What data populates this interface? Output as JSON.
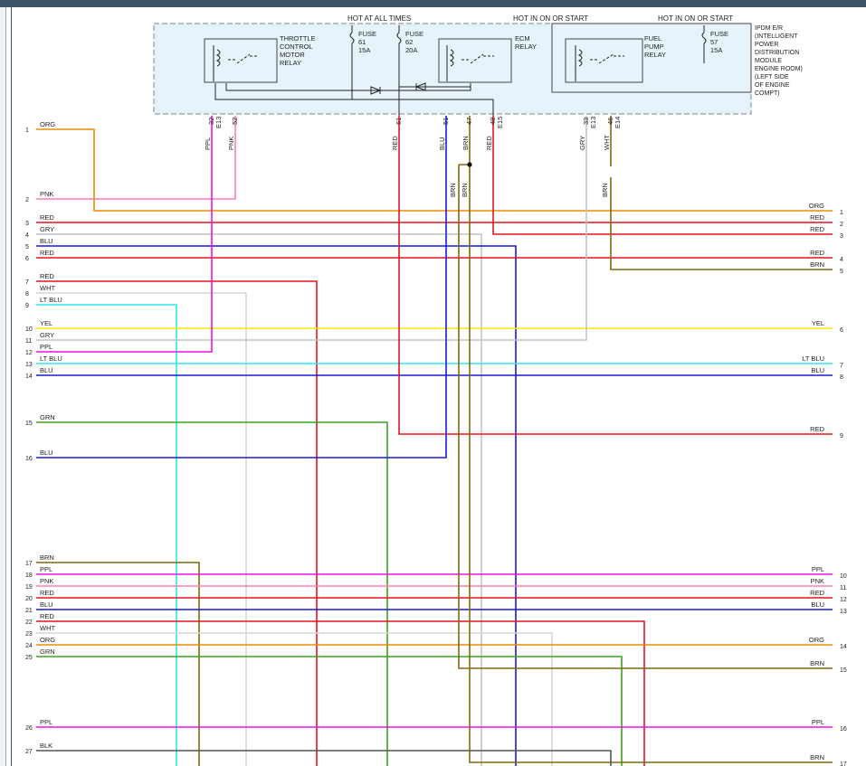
{
  "header": {
    "hot_at_all_times": "HOT AT ALL TIMES",
    "hot_in_on_or_start_1": "HOT IN ON OR START",
    "hot_in_on_or_start_2": "HOT IN ON OR START"
  },
  "ipdm": {
    "lines": [
      "IPDM E/R",
      "(INTELLIGENT",
      "POWER",
      "DISTRIBUTION",
      "MODULE",
      "ENGINE ROOM)",
      "(LEFT SIDE",
      "OF ENGINE",
      "COMPT)"
    ],
    "throttle_relay": [
      "THROTTLE",
      "CONTROL",
      "MOTOR",
      "RELAY"
    ],
    "ecm_relay": [
      "ECM",
      "RELAY"
    ],
    "fuel_pump_relay": [
      "FUEL",
      "PUMP",
      "RELAY"
    ],
    "fuse61": [
      "FUSE",
      "61",
      "15A"
    ],
    "fuse62": [
      "FUSE",
      "62",
      "20A"
    ],
    "fuse57": [
      "FUSE",
      "57",
      "15A"
    ]
  },
  "pins": [
    {
      "id": "p32",
      "num": "32",
      "conn": "E13",
      "color": "PPL"
    },
    {
      "id": "p52",
      "num": "52",
      "conn": "",
      "color": "PNK"
    },
    {
      "id": "p61",
      "num": "61",
      "conn": "",
      "color": "RED"
    },
    {
      "id": "p51",
      "num": "51",
      "conn": "",
      "color": "BLU"
    },
    {
      "id": "p47",
      "num": "47",
      "conn": "",
      "color": "BRN"
    },
    {
      "id": "p48",
      "num": "48",
      "conn": "E15",
      "color": "RED"
    },
    {
      "id": "p33",
      "num": "33",
      "conn": "E13",
      "color": "GRY"
    },
    {
      "id": "p46",
      "num": "46",
      "conn": "E14",
      "color": "WHT"
    }
  ],
  "vertical_labels": {
    "brn_a": "BRN",
    "brn_b": "BRN",
    "brn_c": "BRN"
  },
  "left_wires": [
    {
      "n": "1",
      "label": "ORG"
    },
    {
      "n": "2",
      "label": "PNK"
    },
    {
      "n": "3",
      "label": "RED"
    },
    {
      "n": "4",
      "label": "GRY"
    },
    {
      "n": "5",
      "label": "BLU"
    },
    {
      "n": "6",
      "label": "RED"
    },
    {
      "n": "7",
      "label": "RED"
    },
    {
      "n": "8",
      "label": "WHT"
    },
    {
      "n": "9",
      "label": "LT BLU"
    },
    {
      "n": "10",
      "label": "YEL"
    },
    {
      "n": "11",
      "label": "GRY"
    },
    {
      "n": "12",
      "label": "PPL"
    },
    {
      "n": "13",
      "label": "LT BLU"
    },
    {
      "n": "14",
      "label": "BLU"
    },
    {
      "n": "15",
      "label": "GRN"
    },
    {
      "n": "16",
      "label": "BLU"
    },
    {
      "n": "17",
      "label": "BRN"
    },
    {
      "n": "18",
      "label": "PPL"
    },
    {
      "n": "19",
      "label": "PNK"
    },
    {
      "n": "20",
      "label": "RED"
    },
    {
      "n": "21",
      "label": "BLU"
    },
    {
      "n": "22",
      "label": "RED"
    },
    {
      "n": "23",
      "label": "WHT"
    },
    {
      "n": "24",
      "label": "ORG"
    },
    {
      "n": "25",
      "label": "GRN"
    },
    {
      "n": "26",
      "label": "PPL"
    },
    {
      "n": "27",
      "label": "BLK"
    }
  ],
  "right_wires": [
    {
      "n": "1",
      "label": "ORG"
    },
    {
      "n": "2",
      "label": "RED"
    },
    {
      "n": "3",
      "label": "RED"
    },
    {
      "n": "4",
      "label": "RED"
    },
    {
      "n": "5",
      "label": "BRN"
    },
    {
      "n": "6",
      "label": "YEL"
    },
    {
      "n": "7",
      "label": "LT BLU"
    },
    {
      "n": "8",
      "label": "BLU"
    },
    {
      "n": "9",
      "label": "RED"
    },
    {
      "n": "10",
      "label": "PPL"
    },
    {
      "n": "11",
      "label": "PNK"
    },
    {
      "n": "12",
      "label": "RED"
    },
    {
      "n": "13",
      "label": "BLU"
    },
    {
      "n": "14",
      "label": "ORG"
    },
    {
      "n": "15",
      "label": "BRN"
    },
    {
      "n": "16",
      "label": "PPL"
    },
    {
      "n": "17",
      "label": "BRN"
    }
  ],
  "colors": {
    "ORG": "#f28c00",
    "PNK": "#ff7fb8",
    "RED": "#e8141e",
    "GRY": "#c3c3c3",
    "BLU": "#1a1ad6",
    "WHT": "#d6d6d6",
    "LTBLU": "#2ee6f0",
    "YEL": "#ffe600",
    "PPL": "#ec12e6",
    "GRN": "#3aa41e",
    "BRN": "#806a10",
    "BLK": "#555555",
    "module_fill": "#e6f3fb",
    "module_border": "#7a8a99"
  }
}
